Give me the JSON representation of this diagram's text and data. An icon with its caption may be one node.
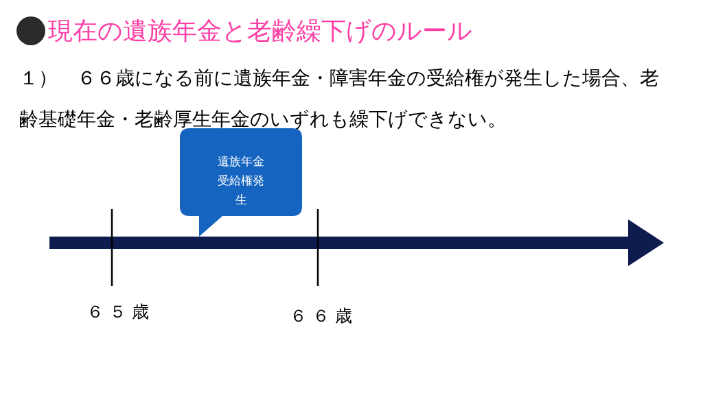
{
  "diagram": {
    "title": "現在の遺族年金と老齢繰下げのルール",
    "nodes": [
      {
        "text": [
          "遺族年金受給権発生"
        ]
      }
    ],
    "edges": [],
    "labels": [
      "１）　６６歳になる前に遺族年金・障害年金の受給権が発生した場合、老齢基礎年金・老齢厚生年金のいずれも繰下げできない。",
      "６５歳",
      "６６歳"
    ]
  }
}
